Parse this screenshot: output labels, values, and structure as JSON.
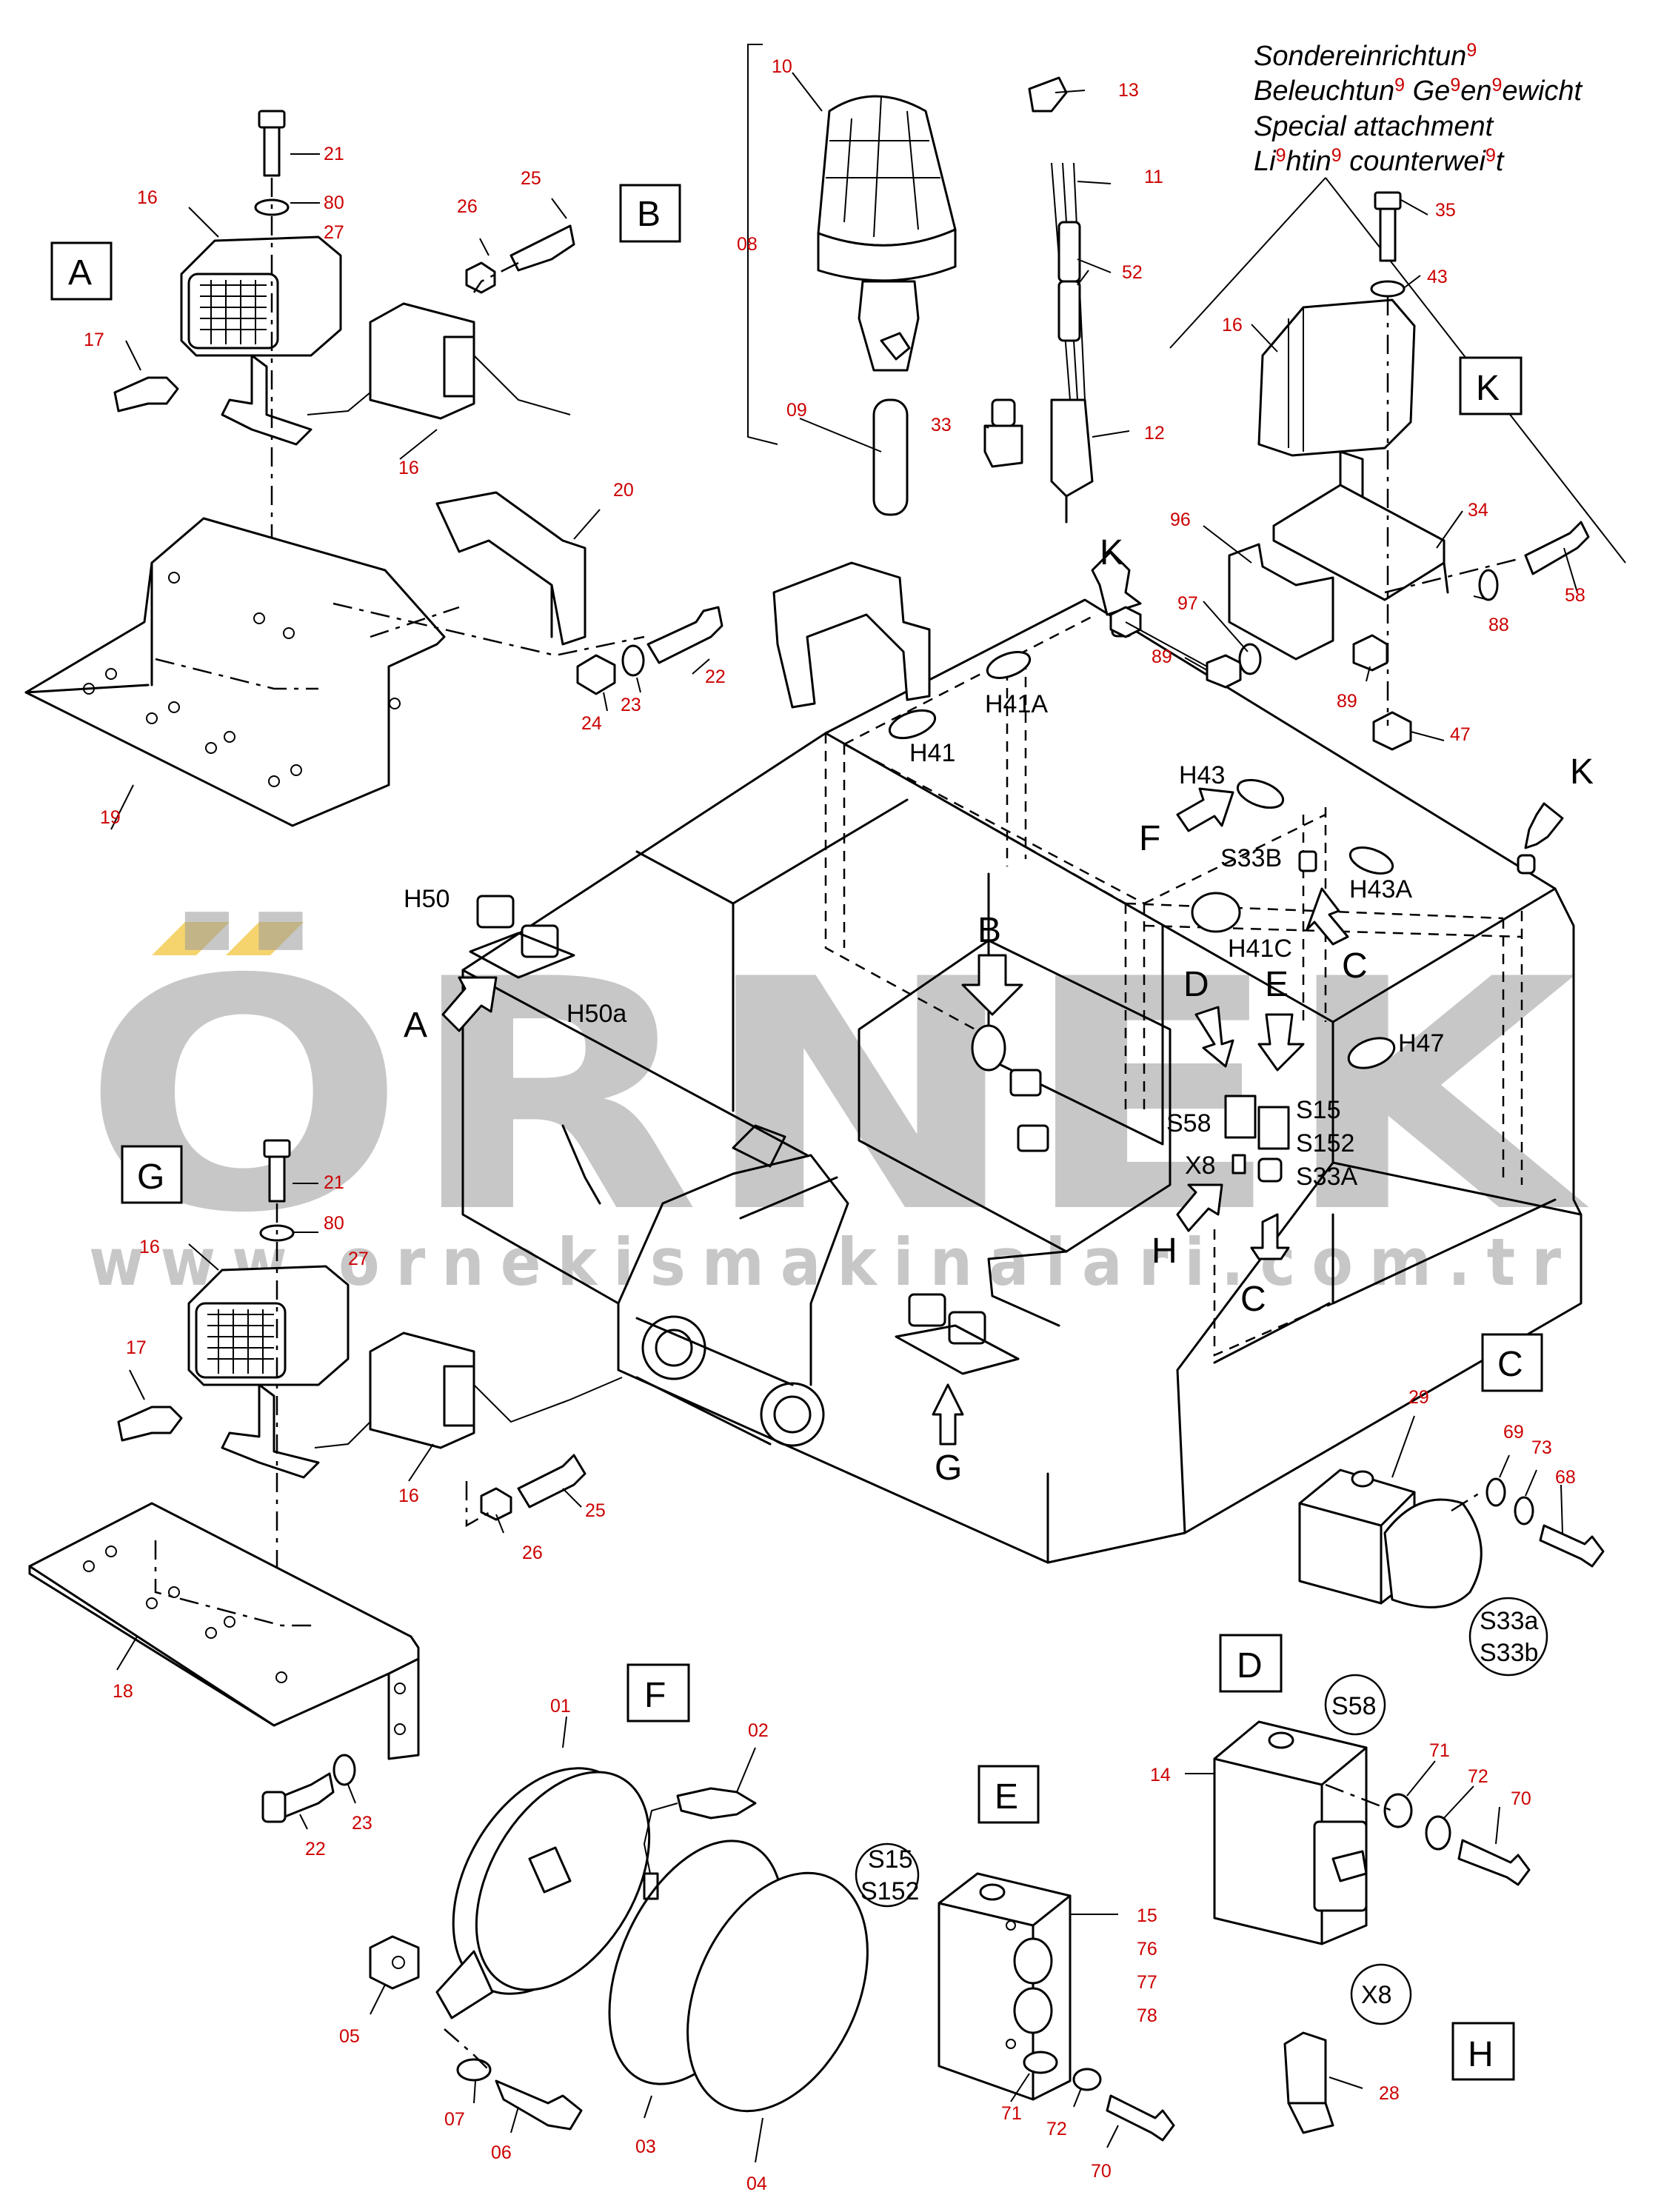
{
  "header": {
    "line1": "Sondereinrichtun",
    "line1_sup": "9",
    "line2_parts": [
      "Beleuchtun",
      "9",
      " Ge",
      "9",
      "en",
      "9",
      "ewicht"
    ],
    "line3": "Special attachment",
    "line4_parts": [
      "Li",
      "9",
      "htin",
      "9",
      " counterwei",
      "9",
      "t"
    ]
  },
  "watermark": {
    "brand": "ÖRNEK",
    "url": "www.ornekismakinalari.com.tr"
  },
  "views": {
    "A": "A",
    "B": "B",
    "C": "C",
    "D": "D",
    "E": "E",
    "F": "F",
    "G": "G",
    "H": "H",
    "K": "K"
  },
  "component_labels": {
    "H50": "H50",
    "H50a": "H50a",
    "H41": "H41",
    "H41A": "H41A",
    "H43": "H43",
    "H43A": "H43A",
    "H41C": "H41C",
    "H47": "H47",
    "S33B": "S33B",
    "S58": "S58",
    "S15": "S15",
    "S152": "S152",
    "X8": "X8",
    "S33A": "S33A"
  },
  "bubbles": {
    "c": [
      "S33a",
      "S33b"
    ],
    "d": [
      "S58"
    ],
    "e": [
      "S15",
      "S152"
    ],
    "h": [
      "X8"
    ]
  },
  "part_numbers": {
    "p21a": "21",
    "p80a": "80",
    "p27a": "27",
    "p16a": "16",
    "p17a": "17",
    "p26a": "26",
    "p25a": "25",
    "p16b": "16",
    "p20": "20",
    "p22a": "22",
    "p23a": "23",
    "p24": "24",
    "p19": "19",
    "p10": "10",
    "p08": "08",
    "p09": "09",
    "p33": "33",
    "p13": "13",
    "p11": "11",
    "p52": "52",
    "p12": "12",
    "p35": "35",
    "p43": "43",
    "p16k": "16",
    "p34": "34",
    "p58": "58",
    "p96": "96",
    "p97": "97",
    "p89a": "89",
    "p89b": "89",
    "p88": "88",
    "p47": "47",
    "p21g": "21",
    "p80g": "80",
    "p27g": "27",
    "p16g": "16",
    "p17g": "17",
    "p16g2": "16",
    "p25g": "25",
    "p26g": "26",
    "p18": "18",
    "p22g": "22",
    "p23g": "23",
    "p29": "29",
    "p69": "69",
    "p73": "73",
    "p68": "68",
    "p14": "14",
    "p71d": "71",
    "p72d": "72",
    "p70d": "70",
    "p15": "15",
    "p76": "76",
    "p77": "77",
    "p78": "78",
    "p71e": "71",
    "p72e": "72",
    "p70e": "70",
    "p01": "01",
    "p02": "02",
    "p05": "05",
    "p07": "07",
    "p06": "06",
    "p03": "03",
    "p04": "04",
    "p28": "28"
  },
  "colors": {
    "part_number": "#cc0000",
    "watermark": "#9a9a9a",
    "watermark_accent": "#f3c94a",
    "line": "#000000"
  }
}
